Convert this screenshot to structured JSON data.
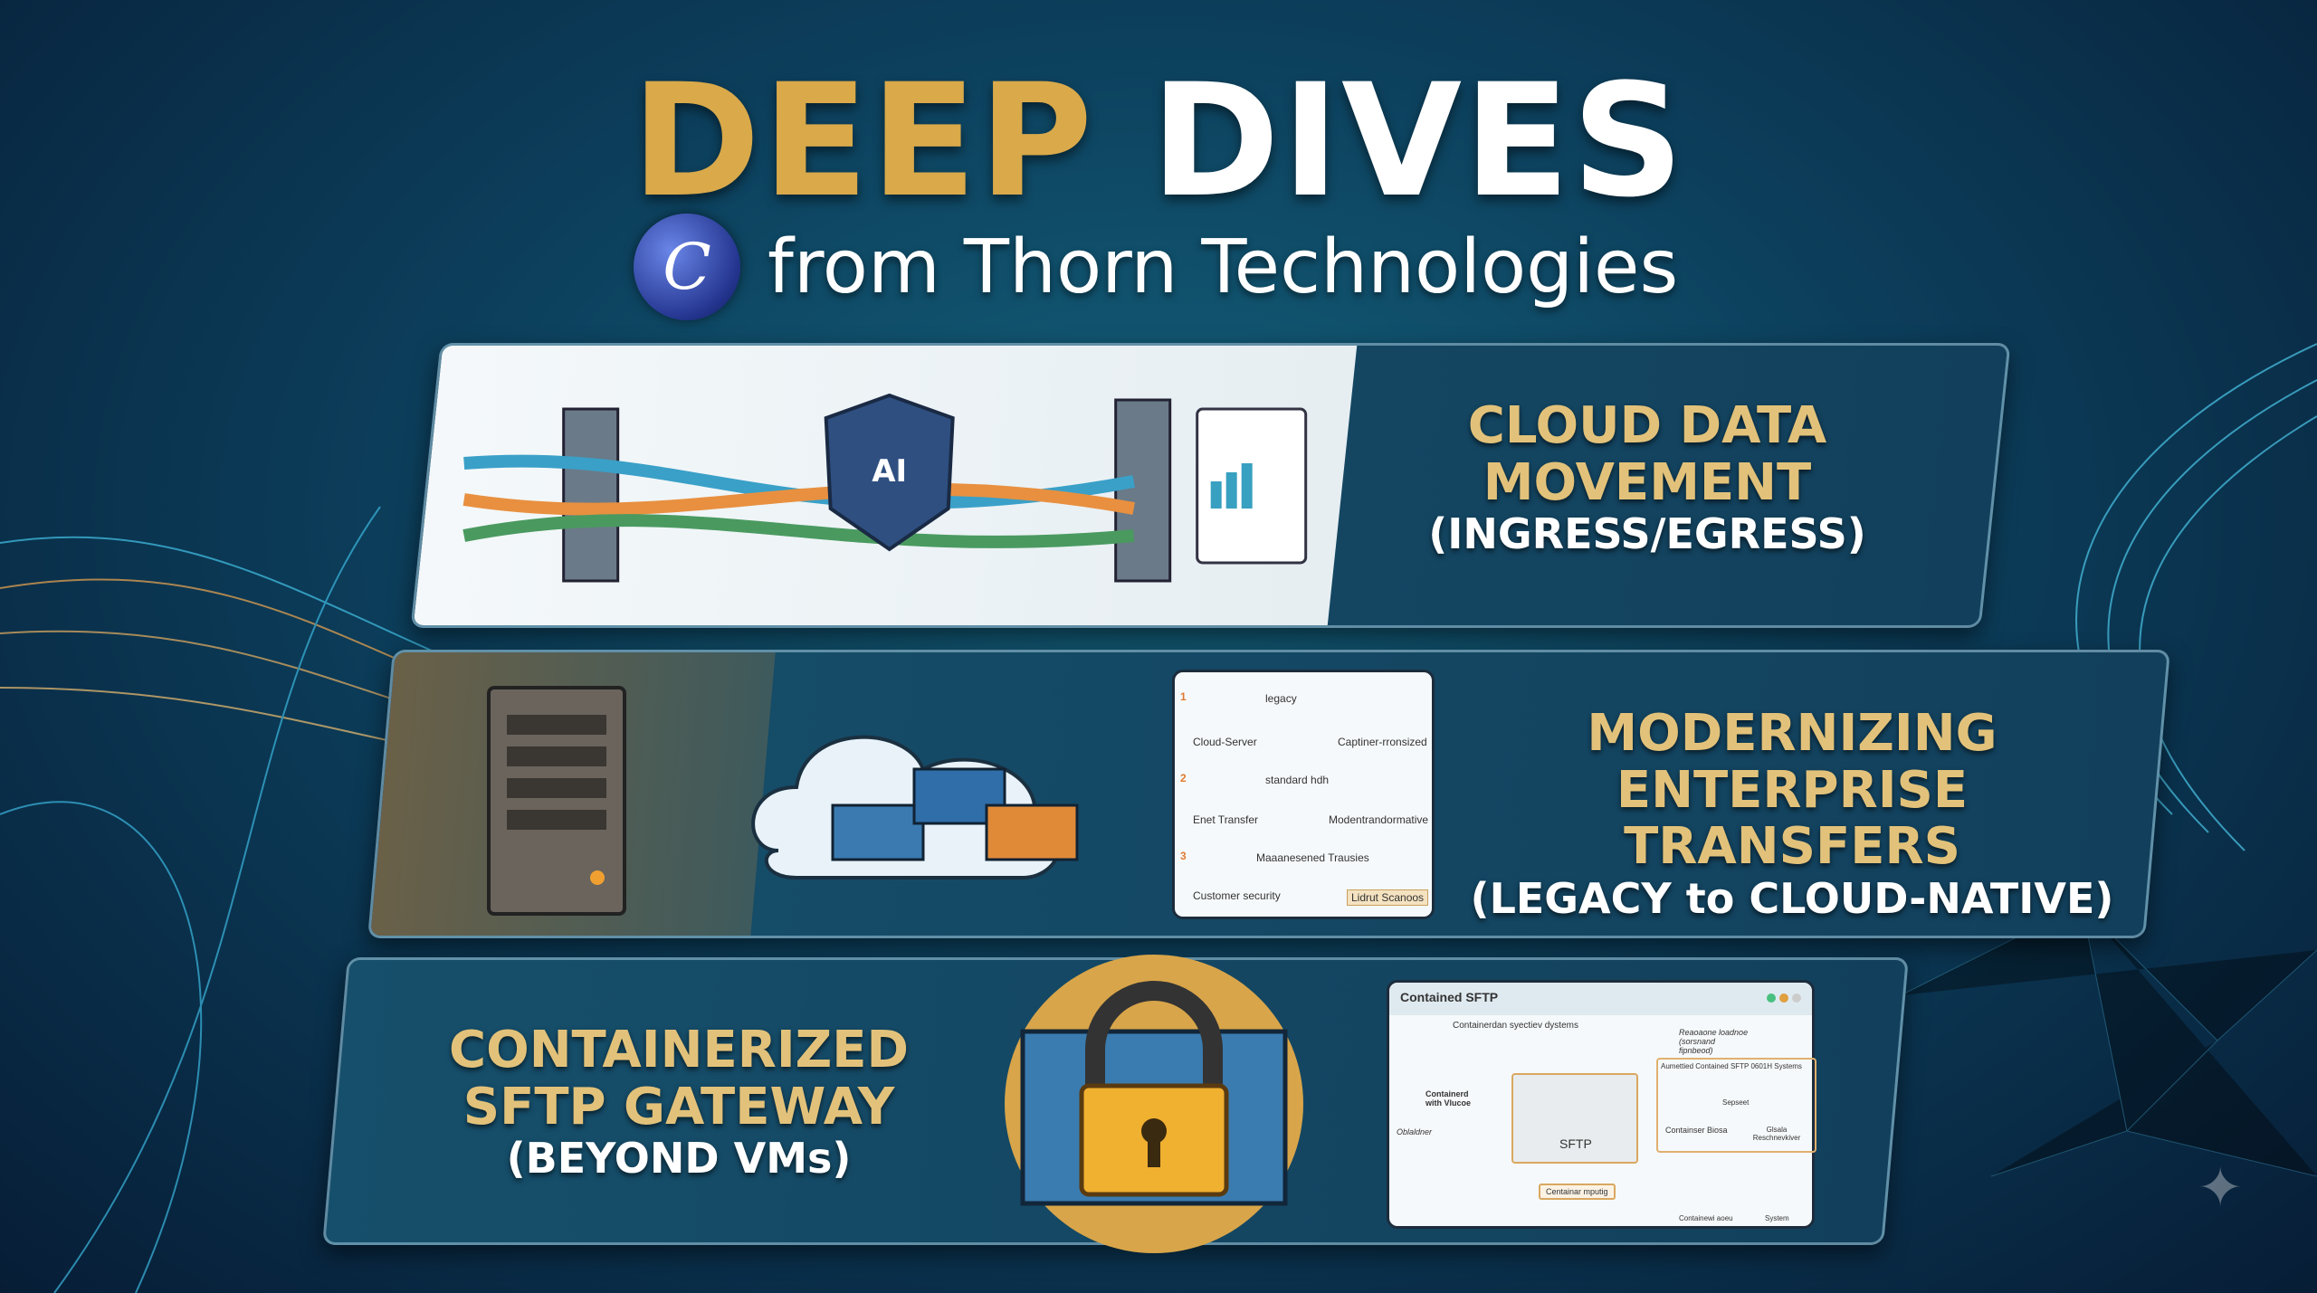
{
  "header": {
    "title_part1": "DEEP",
    "title_part2": "DIVES",
    "subtitle": "from Thorn Technologies",
    "logo_letter": "C"
  },
  "colors": {
    "gold": "#d9a94a",
    "background": "#0c3f5c",
    "accent": "#3fc4e0"
  },
  "panels": [
    {
      "line1": "CLOUD DATA",
      "line2": "MOVEMENT",
      "line3": "(INGRESS/EGRESS)",
      "illustration": {
        "shield_label": "AI"
      }
    },
    {
      "line1": "MODERNIZING",
      "line2": "ENTERPRISE TRANSFERS",
      "line3": "(LEGACY to CLOUD-NATIVE)",
      "diagram": {
        "rows": [
          {
            "step": "1",
            "arrow": "legacy",
            "left": "Cloud-Server",
            "right": "Captiner-rronsized"
          },
          {
            "step": "2",
            "arrow": "standard hdh",
            "left": "Enet Transfer",
            "right": "Modentrandormative"
          },
          {
            "step": "3",
            "arrow": "Maaanesened Trausies",
            "left": "Customer security",
            "right": "Lidrut Scanoos"
          }
        ]
      }
    },
    {
      "line1": "CONTAINERIZED",
      "line2": "SFTP GATEWAY",
      "line3": "(BEYOND VMs)",
      "diagram": {
        "title": "Contained SFTP",
        "top_label": "Containerdan syectiev dystems",
        "note": "Reaoaone loadnoe (sorsnand fipnbeod)",
        "client_arrow": "Containerd with Vlucoe",
        "client": "Oblaldner",
        "center": "SFTP",
        "right_box": "Aumettied Contained SFTP 0601H Systems",
        "db": "Containser Biosa",
        "step": "Sepseet",
        "cloud": "Glsala Reschnevkiver",
        "bottom_box": "Centainar mputig",
        "bottom_left": "Containewi aoeu",
        "bottom_right": "System"
      }
    }
  ]
}
